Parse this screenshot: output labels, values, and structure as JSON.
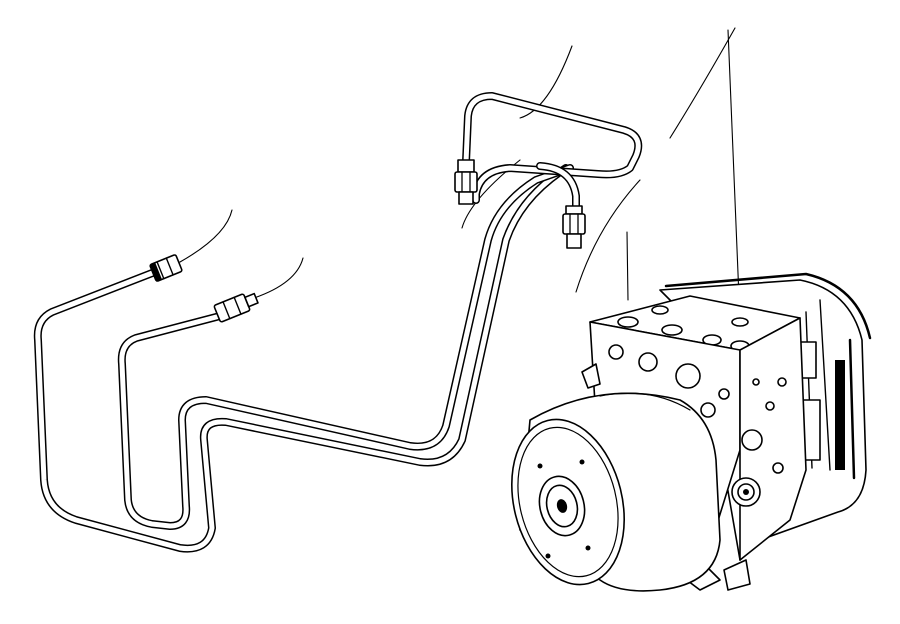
{
  "diagram": {
    "subject": "brake-line-and-abs-modulator-assembly",
    "colors": {
      "line": "#000000",
      "background": "#ffffff"
    },
    "components": [
      "brake-tube-1",
      "brake-tube-2",
      "brake-tube-3",
      "brake-tube-4",
      "tube-fitting-nut",
      "abs-hydraulic-unit",
      "abs-pump-motor",
      "leader-line"
    ]
  }
}
